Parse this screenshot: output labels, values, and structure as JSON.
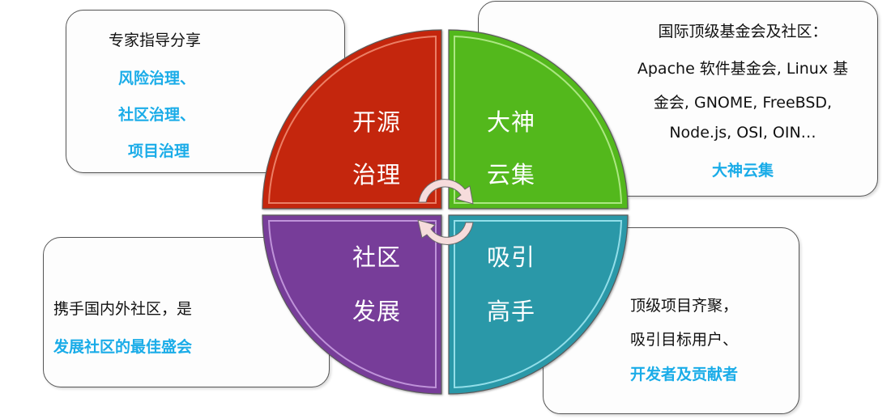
{
  "colors": {
    "governance": "#c4260a",
    "experts": "#52b81c",
    "community": "#773d99",
    "talent": "#2a98a8",
    "highlight": "#1aace8",
    "arrow_fill": "#f6dcdc"
  },
  "quadrants": {
    "top_left": {
      "line1": "开源",
      "line2": "治理"
    },
    "top_right": {
      "line1": "大神",
      "line2": "云集"
    },
    "bottom_left": {
      "line1": "社区",
      "line2": "发展"
    },
    "bottom_right": {
      "line1": "吸引",
      "line2": "高手"
    }
  },
  "boxes": {
    "top_left": {
      "title": "专家指导分享",
      "items": [
        "风险治理、",
        "社区治理、",
        "项目治理"
      ]
    },
    "top_right": {
      "lines": [
        "国际顶级基金会及社区：",
        "Apache 软件基金会, Linux 基",
        "金会, GNOME, FreeBSD,",
        "Node.js, OSI, OIN…"
      ],
      "highlight": "大神云集"
    },
    "bottom_left": {
      "line": "携手国内外社区，是",
      "highlight": "发展社区的最佳盛会"
    },
    "bottom_right": {
      "lines": [
        "顶级项目齐聚，",
        "吸引目标用户、"
      ],
      "highlight": "开发者及贡献者"
    }
  },
  "icons": {
    "cycle_arrows": "circular-arrows-icon"
  }
}
